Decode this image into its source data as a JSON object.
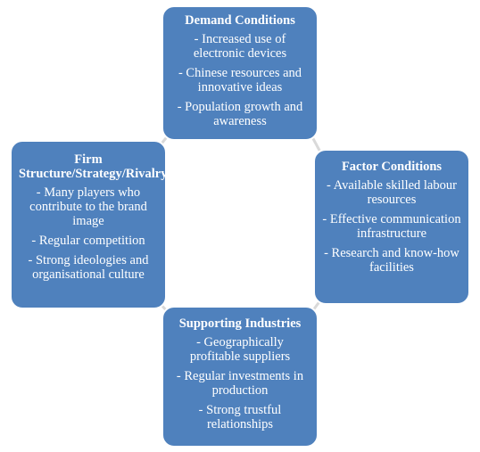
{
  "diagram": {
    "boxes": {
      "demand": {
        "title": "Demand Conditions",
        "items": [
          "- Increased use of electronic devices",
          "- Chinese resources and innovative ideas",
          "- Population growth and awareness"
        ]
      },
      "factor": {
        "title": "Factor Conditions",
        "items": [
          "- Available skilled labour resources",
          "- Effective communication infrastructure",
          "- Research and know-how facilities"
        ]
      },
      "firm": {
        "title": "Firm Structure/Strategy/Rivalry",
        "items": [
          "- Many players who contribute to the brand image",
          "- Regular competition",
          "- Strong ideologies and organisational culture"
        ]
      },
      "support": {
        "title": "Supporting Industries",
        "items": [
          "- Geographically profitable suppliers",
          "- Regular investments in production",
          "- Strong trustful relationships"
        ]
      }
    },
    "colors": {
      "box_fill": "#4f81bd",
      "box_text": "#ffffff",
      "connector": "#d9d9d9"
    }
  }
}
